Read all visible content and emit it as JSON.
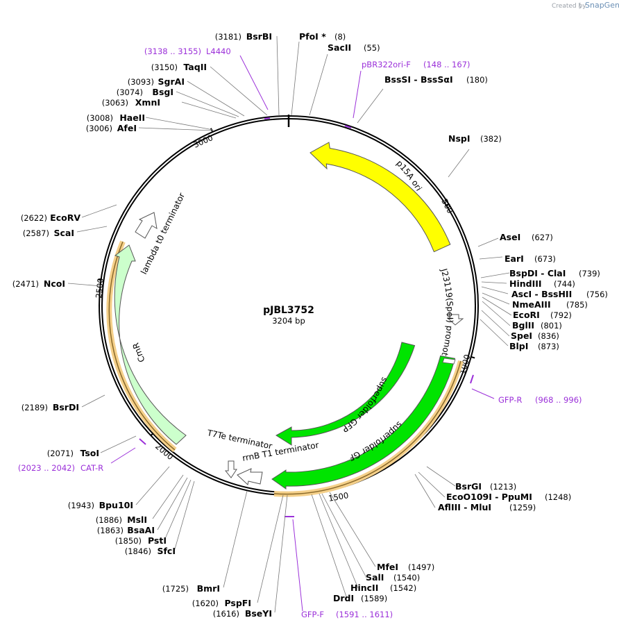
{
  "plasmid": {
    "name": "pJBL3752",
    "length_label": "3204 bp",
    "length": 3204
  },
  "credit": {
    "created_by": "Created by",
    "brand": "SnapGene"
  },
  "tick_labels": [
    "500",
    "1000",
    "1500",
    "2000",
    "2500",
    "3000"
  ],
  "sites_right": [
    {
      "name": "PfoI *",
      "pos": "(8)",
      "bp": 8
    },
    {
      "name": "SacII",
      "pos": "(55)",
      "bp": 55
    },
    {
      "name": "BssSI  -  BssSαI",
      "pos": "(180)",
      "bp": 180
    },
    {
      "name": "NspI",
      "pos": "(382)",
      "bp": 382
    },
    {
      "name": "AseI",
      "pos": "(627)",
      "bp": 627
    },
    {
      "name": "EarI",
      "pos": "(673)",
      "bp": 673
    },
    {
      "name": "BspDI  -  ClaI",
      "pos": "(739)",
      "bp": 739
    },
    {
      "name": "HindIII",
      "pos": "(744)",
      "bp": 744
    },
    {
      "name": "AscI  -  BssHII",
      "pos": "(756)",
      "bp": 756
    },
    {
      "name": "NmeAIII",
      "pos": "(785)",
      "bp": 785
    },
    {
      "name": "EcoRI",
      "pos": "(792)",
      "bp": 792
    },
    {
      "name": "BglII",
      "pos": "(801)",
      "bp": 801
    },
    {
      "name": "SpeI",
      "pos": "(836)",
      "bp": 836
    },
    {
      "name": "BlpI",
      "pos": "(873)",
      "bp": 873
    },
    {
      "name": "BsrGI",
      "pos": "(1213)",
      "bp": 1213
    },
    {
      "name": "EcoO109I  -  PpuMI",
      "pos": "(1248)",
      "bp": 1248
    },
    {
      "name": "AflIII  -  MluI",
      "pos": "(1259)",
      "bp": 1259
    },
    {
      "name": "MfeI",
      "pos": "(1497)",
      "bp": 1497
    },
    {
      "name": "SalI",
      "pos": "(1540)",
      "bp": 1540
    },
    {
      "name": "HincII",
      "pos": "(1542)",
      "bp": 1542
    },
    {
      "name": "DrdI",
      "pos": "(1589)",
      "bp": 1589
    }
  ],
  "sites_left": [
    {
      "name": "BsrBI",
      "pos": "(3181)",
      "bp": 3181
    },
    {
      "name": "TaqII",
      "pos": "(3150)",
      "bp": 3150
    },
    {
      "name": "SgrAI",
      "pos": "(3093)",
      "bp": 3093
    },
    {
      "name": "BsgI",
      "pos": "(3074)",
      "bp": 3074
    },
    {
      "name": "XmnI",
      "pos": "(3063)",
      "bp": 3063
    },
    {
      "name": "HaeII",
      "pos": "(3008)",
      "bp": 3008
    },
    {
      "name": "AfeI",
      "pos": "(3006)",
      "bp": 3006
    },
    {
      "name": "EcoRV",
      "pos": "(2622)",
      "bp": 2622
    },
    {
      "name": "ScaI",
      "pos": "(2587)",
      "bp": 2587
    },
    {
      "name": "NcoI",
      "pos": "(2471)",
      "bp": 2471
    },
    {
      "name": "BsrDI",
      "pos": "(2189)",
      "bp": 2189
    },
    {
      "name": "TsoI",
      "pos": "(2071)",
      "bp": 2071
    },
    {
      "name": "Bpu10I",
      "pos": "(1943)",
      "bp": 1943
    },
    {
      "name": "MslI",
      "pos": "(1886)",
      "bp": 1886
    },
    {
      "name": "BsaAI",
      "pos": "(1863)",
      "bp": 1863
    },
    {
      "name": "PstI",
      "pos": "(1850)",
      "bp": 1850
    },
    {
      "name": "SfcI",
      "pos": "(1846)",
      "bp": 1846
    },
    {
      "name": "BmrI",
      "pos": "(1725)",
      "bp": 1725
    },
    {
      "name": "PspFI",
      "pos": "(1620)",
      "bp": 1620
    },
    {
      "name": "BseYI",
      "pos": "(1616)",
      "bp": 1616
    }
  ],
  "primers": [
    {
      "name": "L4440",
      "range": "(3138 .. 3155)"
    },
    {
      "name": "pBR322ori-F",
      "range": "(148 .. 167)"
    },
    {
      "name": "GFP-R",
      "range": "(968 .. 996)"
    },
    {
      "name": "CAT-R",
      "range": "(2023 .. 2042)"
    },
    {
      "name": "GFP-F",
      "range": "(1591 .. 1611)"
    }
  ],
  "features": [
    {
      "name": "p15A ori",
      "color": "#ffff00"
    },
    {
      "name": "J23119(SpeI) promoter",
      "color": "#ffffff"
    },
    {
      "name": "superfolder GFP",
      "color": "#00e400"
    },
    {
      "name": "superfolder GFP",
      "color": "#00e400"
    },
    {
      "name": "T7Te terminator",
      "color": "#ffffff"
    },
    {
      "name": "rrnB T1 terminator",
      "color": "#ffffff"
    },
    {
      "name": "CmR",
      "color": "#ccffcc"
    },
    {
      "name": "lambda t0 terminator",
      "color": "#ffffff"
    }
  ],
  "colors": {
    "backbone": "#000000",
    "primer": "#9b30d9",
    "orf_highlight": "#f5d08a"
  }
}
